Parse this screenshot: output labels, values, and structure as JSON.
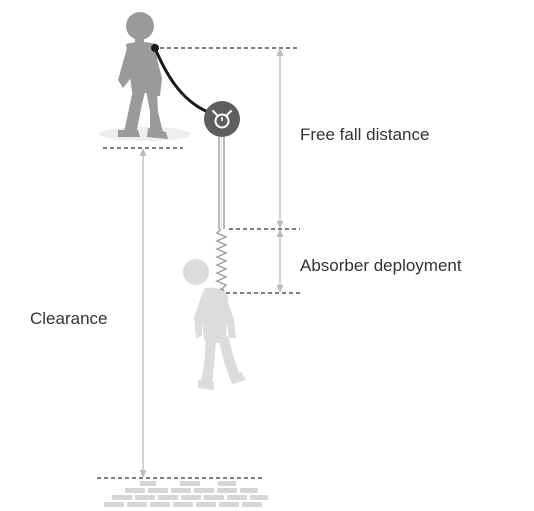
{
  "labels": {
    "free_fall": "Free fall distance",
    "absorber": "Absorber deployment",
    "clearance": "Clearance"
  },
  "colors": {
    "figure_standing": "#9a9a9a",
    "figure_falling": "#dcdcdc",
    "anchor_device": "#5e5e5e",
    "lanyard": "#1a1a1a",
    "dimension_lines": "#bdbdbd",
    "reference_lines": "#333333",
    "ground_bricks": "#d6d6d6"
  },
  "icons": {
    "anchor_device": "fall-arrest-anchor-icon",
    "standing_worker": "standing-person-icon",
    "falling_worker": "falling-person-icon",
    "ground": "brick-ground-icon"
  }
}
